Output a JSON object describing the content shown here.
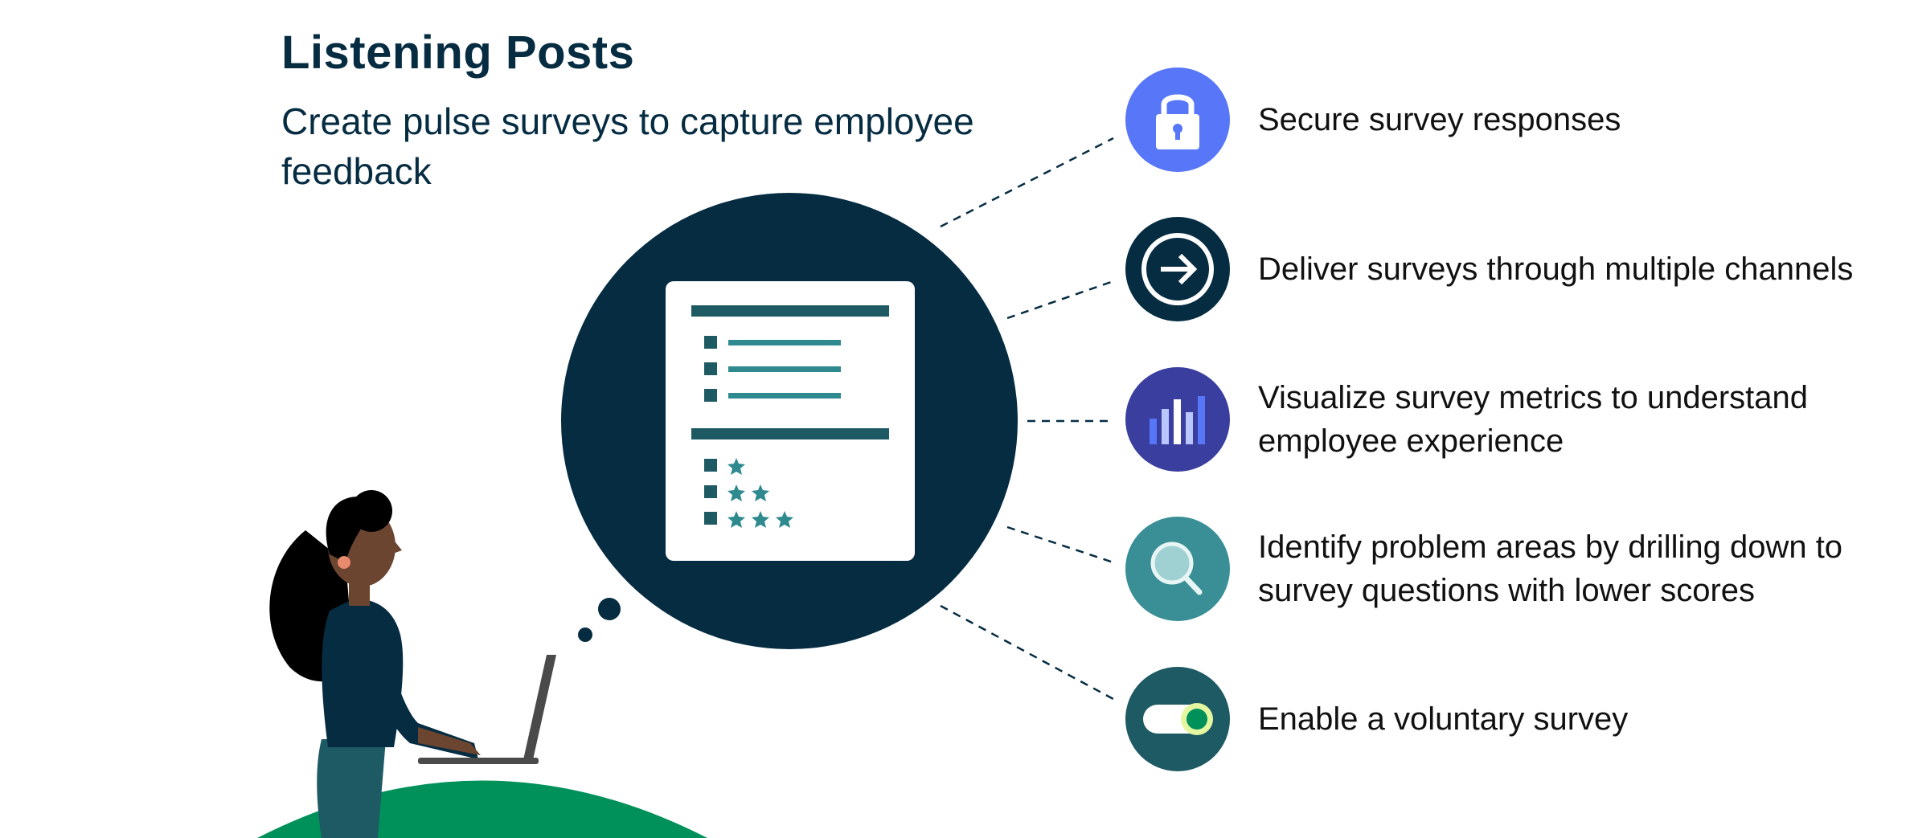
{
  "header": {
    "title": "Listening Posts",
    "subtitle": "Create pulse surveys to capture employee feedback"
  },
  "features": [
    {
      "icon": "lock-icon",
      "label": "Secure survey responses",
      "color": "#5776f8"
    },
    {
      "icon": "arrow-right-icon",
      "label": "Deliver surveys through multiple channels",
      "color": "#062c42"
    },
    {
      "icon": "bar-chart-icon",
      "label": "Visualize survey metrics to understand employee experience",
      "color": "#3a3e9e"
    },
    {
      "icon": "magnifier-icon",
      "label": "Identify problem areas by drilling down to survey questions with lower scores",
      "color": "#3a8f96"
    },
    {
      "icon": "toggle-icon",
      "label": "Enable a voluntary survey",
      "color": "#1e5a63"
    }
  ],
  "colors": {
    "navy": "#062c42",
    "teal": "#2f8a8f",
    "green_hill": "#00905a",
    "skin": "#6b4530"
  }
}
